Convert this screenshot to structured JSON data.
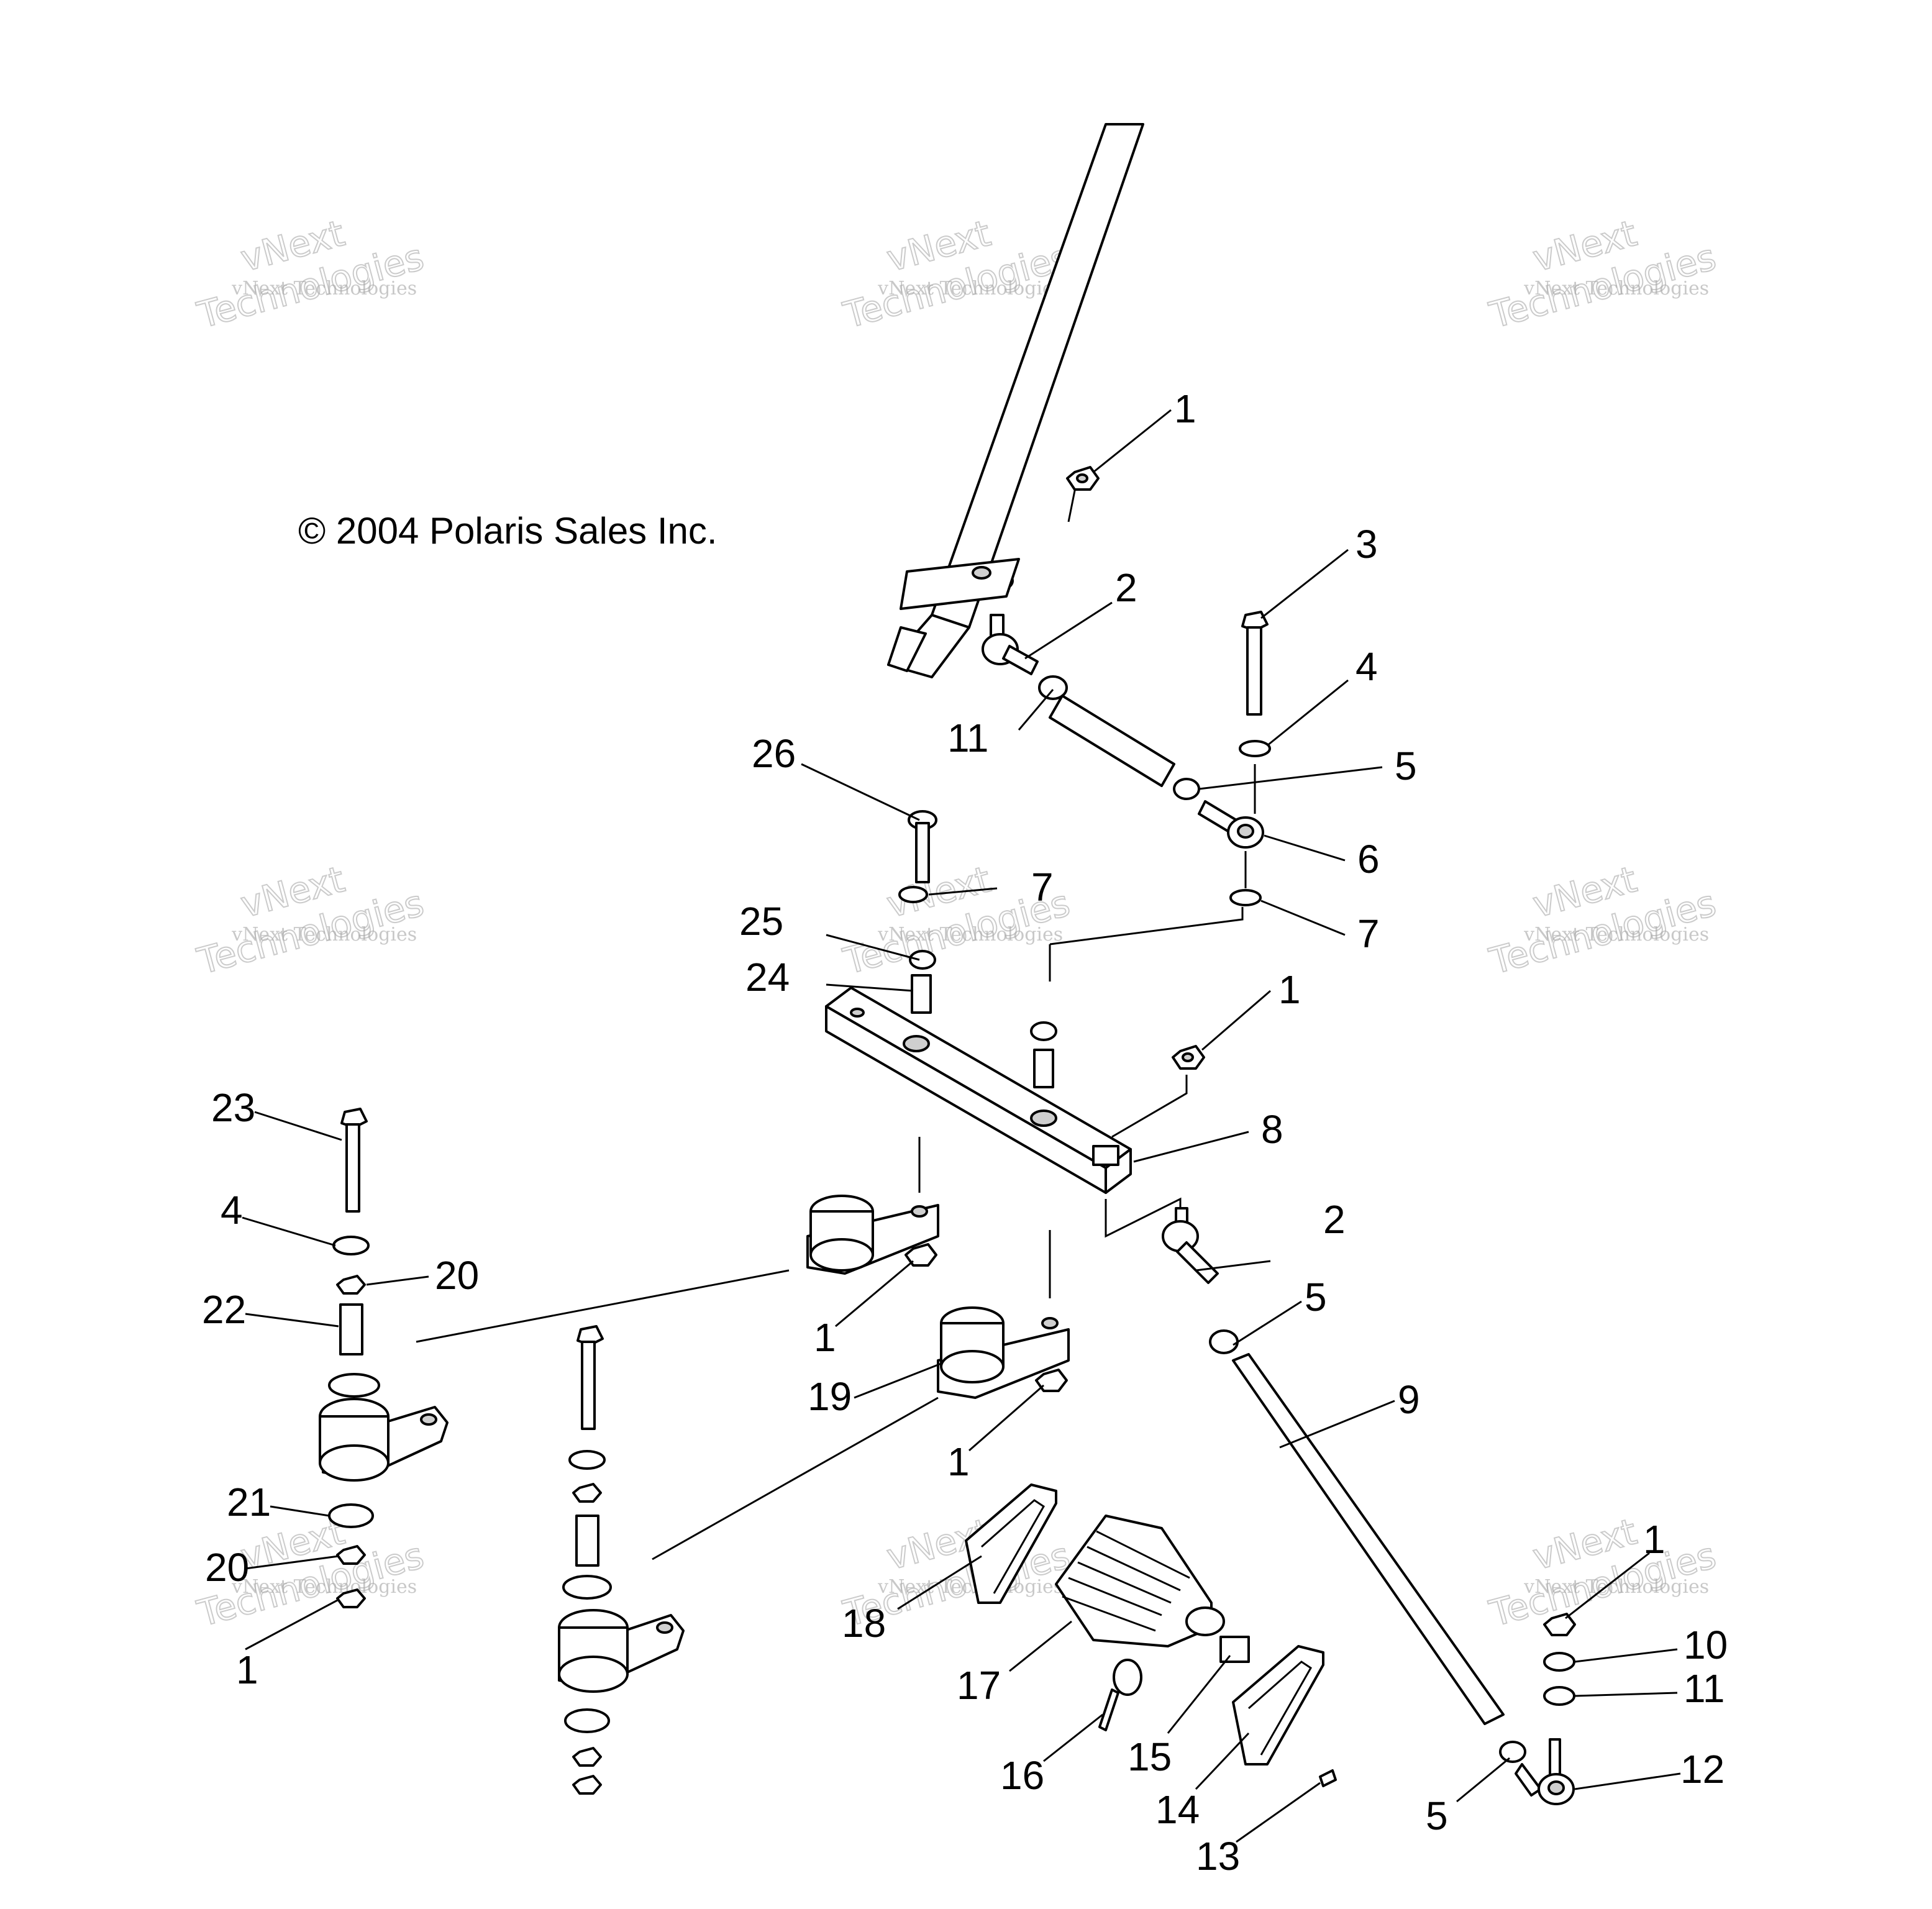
{
  "copyright": "© 2004 Polaris Sales Inc.",
  "watermark": {
    "line1": "vNext",
    "line2": "vNext Technologies",
    "line3": "Technologies"
  },
  "callouts": [
    "1",
    "3",
    "2",
    "4",
    "11",
    "5",
    "26",
    "6",
    "7",
    "25",
    "7",
    "24",
    "1",
    "23",
    "8",
    "2",
    "4",
    "20",
    "22",
    "1",
    "5",
    "19",
    "9",
    "1",
    "21",
    "1",
    "20",
    "10",
    "18",
    "11",
    "17",
    "12",
    "16",
    "15",
    "1",
    "5",
    "14",
    "13"
  ]
}
